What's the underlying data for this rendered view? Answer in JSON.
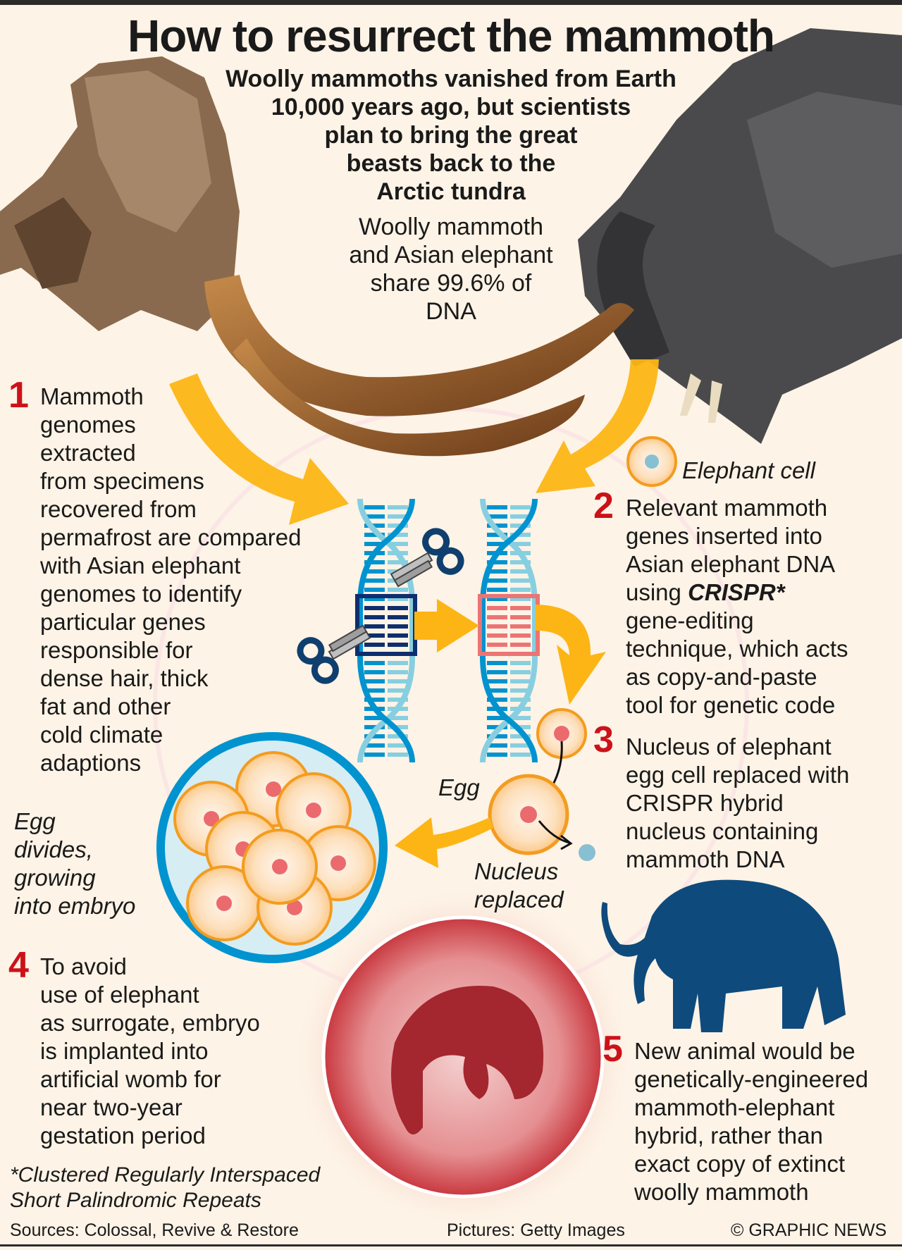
{
  "title": "How to resurrect the mammoth",
  "subtitle": "Woolly mammoths vanished from Earth\n10,000 years ago, but scientists\nplan to bring the great\nbeasts back to the\nArctic tundra",
  "dna_share": "Woolly mammoth\nand Asian elephant\nshare 99.6% of\nDNA",
  "steps": [
    {
      "number": "1",
      "text": "Mammoth\ngenomes\nextracted\nfrom specimens\nrecovered from\npermafrost are compared\nwith Asian elephant\ngenomes to identify\nparticular genes\nresponsible for\ndense hair, thick\nfat and other\ncold climate\nadaptions"
    },
    {
      "number": "2",
      "text_before": "Relevant mammoth\ngenes inserted into\nAsian elephant DNA\nusing ",
      "text_emph": "CRISPR*",
      "text_after": "gene-editing\ntechnique, which acts\nas copy-and-paste\ntool for genetic code"
    },
    {
      "number": "3",
      "text": "Nucleus of elephant\negg cell replaced with\nCRISPR hybrid\nnucleus containing\nmammoth DNA"
    },
    {
      "number": "4",
      "text": "To avoid\nuse of elephant\nas surrogate, embryo\nis implanted into\nartificial womb for\nnear two-year\ngestation period"
    },
    {
      "number": "5",
      "text": "New animal would be\ngenetically-engineered\nmammoth-elephant\nhybrid, rather than\nexact copy of extinct\nwoolly mammoth"
    }
  ],
  "labels": {
    "elephant_cell": "Elephant cell",
    "egg": "Egg",
    "nucleus_replaced": "Nucleus\nreplaced",
    "egg_divides": "Egg\ndivides,\ngrowing\ninto embryo"
  },
  "footnote": "*Clustered Regularly Interspaced\nShort Palindromic Repeats",
  "credits": {
    "sources": "Sources: Colossal, Revive & Restore",
    "pictures": "Pictures: Getty Images",
    "copyright": "© GRAPHIC NEWS"
  },
  "colors": {
    "accent_red": "#cc1219",
    "arrow": "#fdb515",
    "dna_dark": "#0093cf",
    "dna_light": "#87cfe0",
    "mammoth_blue": "#0f4a7c"
  }
}
